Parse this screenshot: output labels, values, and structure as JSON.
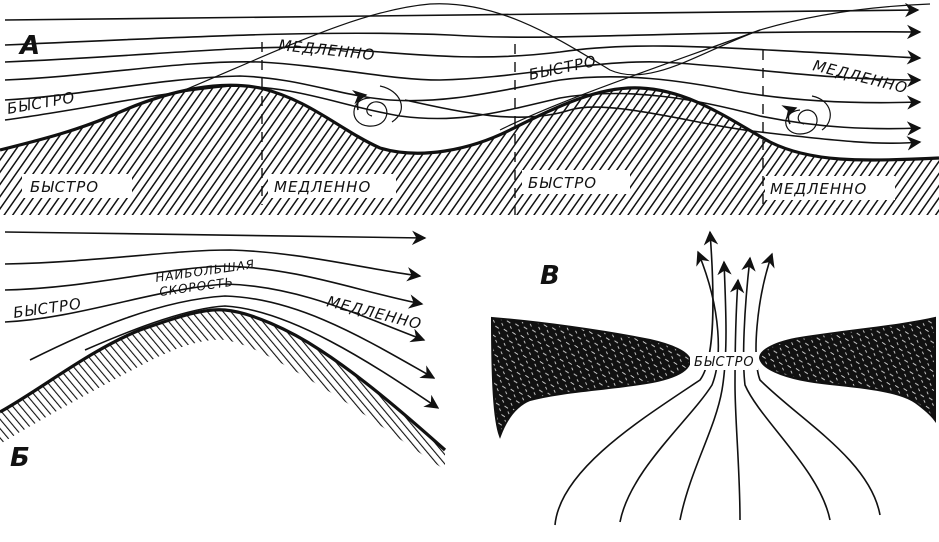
{
  "panels": {
    "a": {
      "letter": "А",
      "labels": {
        "fast_upper_left": "БЫСТРО",
        "slow_upper_mid": "МЕДЛЕННО",
        "fast_upper_mid": "БЫСТРО",
        "slow_upper_right": "МЕДЛЕННО",
        "fast_lower_left": "БЫСТРО",
        "slow_lower_mid": "МЕДЛЕННО",
        "fast_lower_mid": "БЫСТРО",
        "slow_lower_right": "МЕДЛЕННО"
      }
    },
    "b": {
      "letter": "Б",
      "labels": {
        "fast": "БЫСТРО",
        "max_line1": "НАИБОЛЬШАЯ",
        "max_line2": "СКОРОСТЬ",
        "slow": "МЕДЛЕННО"
      }
    },
    "v": {
      "letter": "В",
      "labels": {
        "fast": "БЫСТРО"
      }
    }
  },
  "colors": {
    "ink": "#111111",
    "background": "#ffffff"
  }
}
